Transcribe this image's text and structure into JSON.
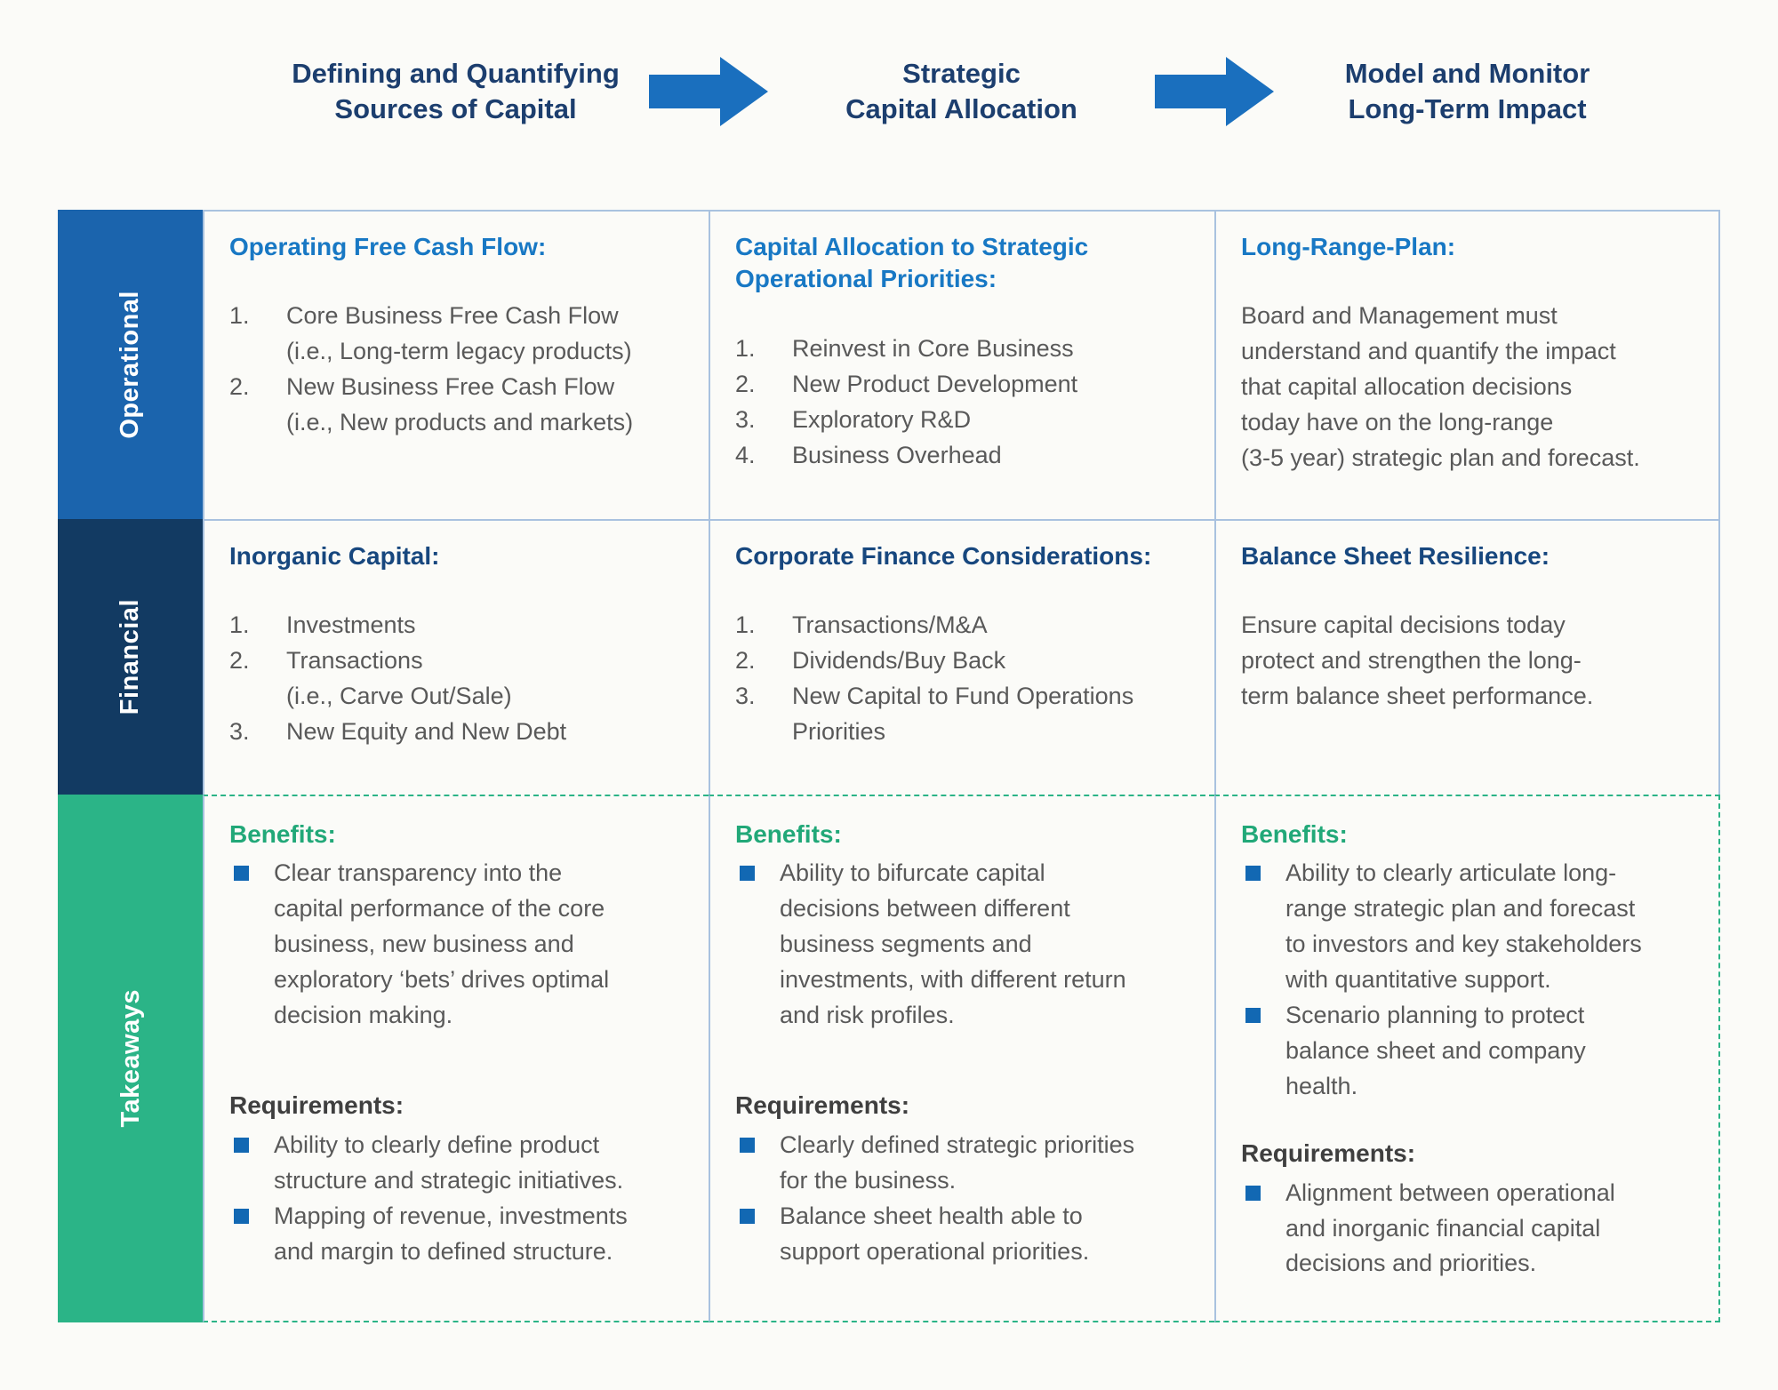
{
  "header": {
    "steps": [
      {
        "label": "Defining and Quantifying\nSources of Capital"
      },
      {
        "label": "Strategic\nCapital Allocation"
      },
      {
        "label": "Model and Monitor\nLong-Term Impact"
      }
    ]
  },
  "row_labels": {
    "operational": "Operational",
    "financial": "Financial",
    "takeaways": "Takeaways"
  },
  "operational": {
    "cell1": {
      "heading": "Operating Free Cash Flow:",
      "items": [
        {
          "n": "1.",
          "t": "Core Business Free Cash Flow\n(i.e., Long-term legacy products)"
        },
        {
          "n": "2.",
          "t": "New Business Free Cash Flow\n(i.e., New products and markets)"
        }
      ]
    },
    "cell2": {
      "heading": "Capital Allocation to Strategic\nOperational Priorities:",
      "items": [
        {
          "n": "1.",
          "t": "Reinvest in Core Business"
        },
        {
          "n": "2.",
          "t": "New Product Development"
        },
        {
          "n": "3.",
          "t": "Exploratory R&D"
        },
        {
          "n": "4.",
          "t": "Business Overhead"
        }
      ]
    },
    "cell3": {
      "heading": "Long-Range-Plan:",
      "paragraph": "Board and Management must\nunderstand and quantify the impact\nthat capital allocation decisions\ntoday have on the long-range\n(3-5 year) strategic plan and forecast."
    }
  },
  "financial": {
    "cell1": {
      "heading": "Inorganic Capital:",
      "items": [
        {
          "n": "1.",
          "t": "Investments"
        },
        {
          "n": "2.",
          "t": "Transactions\n(i.e., Carve Out/Sale)"
        },
        {
          "n": "3.",
          "t": "New Equity and New Debt"
        }
      ]
    },
    "cell2": {
      "heading": "Corporate Finance Considerations:",
      "items": [
        {
          "n": "1.",
          "t": "Transactions/M&A"
        },
        {
          "n": "2.",
          "t": "Dividends/Buy Back"
        },
        {
          "n": "3.",
          "t": "New Capital to Fund Operations\nPriorities"
        }
      ]
    },
    "cell3": {
      "heading": "Balance Sheet Resilience:",
      "paragraph": "Ensure capital decisions today\nprotect and strengthen the long-\nterm balance sheet performance."
    }
  },
  "takeaways": {
    "benefits_label": "Benefits:",
    "requirements_label": "Requirements:",
    "cell1": {
      "benefits": [
        {
          "t": "Clear transparency into the\ncapital performance of the core\nbusiness, new business and\nexploratory ‘bets’ drives  optimal\ndecision making."
        }
      ],
      "requirements": [
        {
          "t": "Ability to clearly define product\nstructure and strategic initiatives."
        },
        {
          "t": "Mapping of revenue, investments\nand margin to defined structure."
        }
      ]
    },
    "cell2": {
      "benefits": [
        {
          "t": "Ability to bifurcate capital\ndecisions between different\nbusiness segments and\ninvestments, with different return\nand risk profiles."
        }
      ],
      "requirements": [
        {
          "t": "Clearly defined strategic priorities\nfor the business."
        },
        {
          "t": "Balance sheet health able to\nsupport operational priorities."
        }
      ]
    },
    "cell3": {
      "benefits": [
        {
          "t": "Ability to clearly articulate long-\nrange strategic plan and forecast\nto investors and key stakeholders\nwith quantitative support."
        },
        {
          "t": "Scenario planning to protect\nbalance sheet and company\nhealth."
        }
      ],
      "requirements": [
        {
          "t": "Alignment between operational\nand inorganic financial capital\ndecisions and priorities."
        }
      ]
    }
  },
  "colors": {
    "accent-blue": "#1a6fbe",
    "title-navy": "#1c3e6e",
    "row1-heading-blue": "#1878c4",
    "row2-heading-navy": "#17477e",
    "benefits-green": "#21a878",
    "body-gray": "#595959",
    "bullet-blue": "#1268b3",
    "border-light-blue": "#a9c2df",
    "takeaways-green": "#2bb487",
    "operational-bg": "#1b64ad",
    "financial-bg": "#123a62",
    "page-bg": "#fbfbf8"
  }
}
